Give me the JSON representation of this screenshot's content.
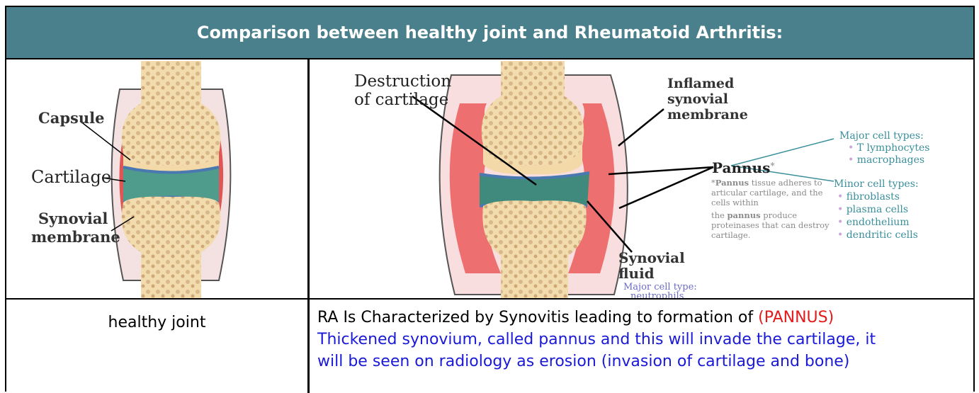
{
  "header": {
    "title": "Comparison between healthy joint and Rheumatoid Arthritis:"
  },
  "left_image": {
    "labels": {
      "capsule": "Capsule",
      "cartilage": "Cartilage",
      "synovial_line1": "Synovial",
      "synovial_line2": "membrane"
    }
  },
  "right_image": {
    "labels": {
      "destruction_line1": "Destruction",
      "destruction_line2": "of cartilage",
      "inflamed_line1": "Inflamed",
      "inflamed_line2": "synovial",
      "inflamed_line3": "membrane",
      "pannus": "Pannus",
      "pannus_star": "*",
      "pannus_note_line1_bold": "Pannus",
      "pannus_note_line1_rest": " tissue adheres to",
      "pannus_note_line2": "articular cartilage, and the",
      "pannus_note_line3": "cells within",
      "pannus_note_line4_pre": "the ",
      "pannus_note_line4_bold": "pannus",
      "pannus_note_line4_rest": " produce",
      "pannus_note_line5": "proteinases that can destroy",
      "pannus_note_line6": "cartilage.",
      "major_title": "Major cell types:",
      "major_1": "T lymphocytes",
      "major_2": "macrophages",
      "minor_title": "Minor cell types:",
      "minor_1": "fibroblasts",
      "minor_2": "plasma cells",
      "minor_3": "endothelium",
      "minor_4": "dendritic cells",
      "synovial_fluid_line1": "Synovial",
      "synovial_fluid_line2": "fluid",
      "fluid_major_line1": "Major cell type:",
      "fluid_major_line2": "neutrophils"
    }
  },
  "captions": {
    "left": "healthy joint",
    "right_black": "RA Is Characterized by Synovitis leading to formation of ",
    "right_red": "(PANNUS)",
    "right_blue_line1": "Thickened synovium, called pannus and this will invade the cartilage, it",
    "right_blue_line2": "will be seen on radiology as erosion (invasion of cartilage and bone)"
  },
  "colors": {
    "header_bg": "#4a7f8c",
    "red_text": "#e31b1b",
    "blue_text": "#1a1ad6",
    "teal_label": "#3a8f9a",
    "purple_label": "#6b6bc8"
  }
}
